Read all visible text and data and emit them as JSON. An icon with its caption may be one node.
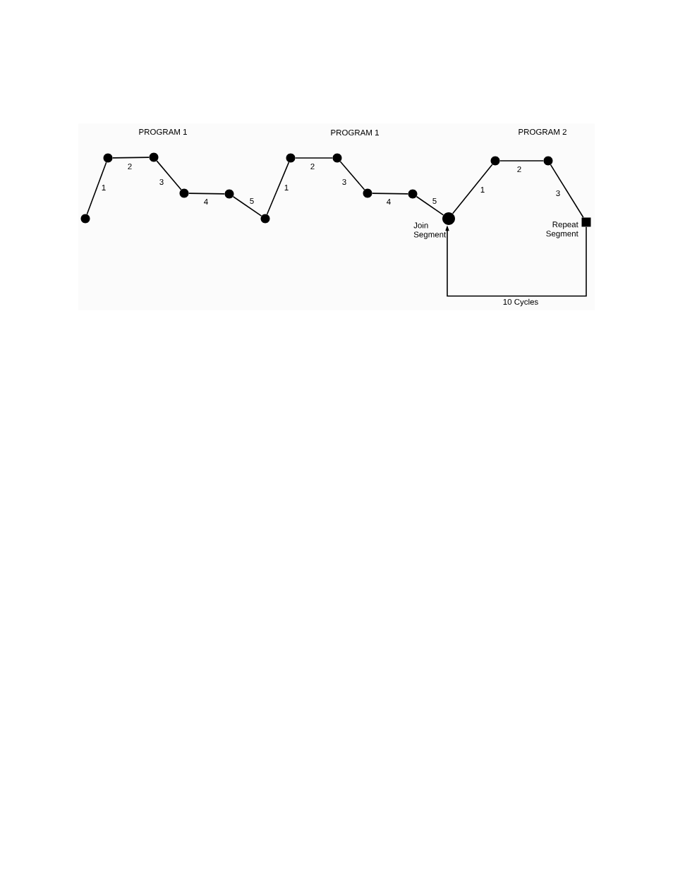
{
  "diagram": {
    "nodes": [
      {
        "text": [],
        "shape": "circle"
      },
      {
        "text": [],
        "shape": "circle"
      },
      {
        "text": [],
        "shape": "circle"
      },
      {
        "text": [],
        "shape": "circle"
      },
      {
        "text": [],
        "shape": "circle"
      },
      {
        "text": [],
        "shape": "circle"
      },
      {
        "text": [],
        "shape": "circle"
      },
      {
        "text": [],
        "shape": "circle"
      },
      {
        "text": [],
        "shape": "circle"
      },
      {
        "text": [],
        "shape": "circle"
      },
      {
        "text": [],
        "shape": "circle",
        "beside": [
          "Join Segment"
        ]
      },
      {
        "text": [],
        "shape": "circle"
      },
      {
        "text": [],
        "shape": "circle"
      },
      {
        "text": [],
        "shape": "box",
        "beside": [
          "Repeat Segment"
        ]
      }
    ],
    "edges": [
      {
        "from": 0,
        "to": 1,
        "arrow": "none",
        "label": "1"
      },
      {
        "from": 1,
        "to": 2,
        "arrow": "none",
        "label": "2"
      },
      {
        "from": 2,
        "to": 3,
        "arrow": "none",
        "label": "3"
      },
      {
        "from": 3,
        "to": 4,
        "arrow": "none",
        "label": "4"
      },
      {
        "from": 4,
        "to": 5,
        "arrow": "none",
        "label": "5"
      },
      {
        "from": 5,
        "to": 6,
        "arrow": "none",
        "label": "1"
      },
      {
        "from": 6,
        "to": 7,
        "arrow": "none",
        "label": "2"
      },
      {
        "from": 7,
        "to": 8,
        "arrow": "none",
        "label": "3"
      },
      {
        "from": 8,
        "to": 9,
        "arrow": "none",
        "label": "4"
      },
      {
        "from": 9,
        "to": 10,
        "arrow": "none",
        "label": "5"
      },
      {
        "from": 10,
        "to": 11,
        "arrow": "none",
        "label": "1"
      },
      {
        "from": 11,
        "to": 12,
        "arrow": "none",
        "label": "2"
      },
      {
        "from": 12,
        "to": 13,
        "arrow": "none",
        "label": "3"
      },
      {
        "from": 13,
        "to": 10,
        "arrow": "to",
        "label": "10 Cycles"
      }
    ],
    "labels": [
      "PROGRAM 1",
      "PROGRAM 1",
      "PROGRAM 2"
    ]
  }
}
